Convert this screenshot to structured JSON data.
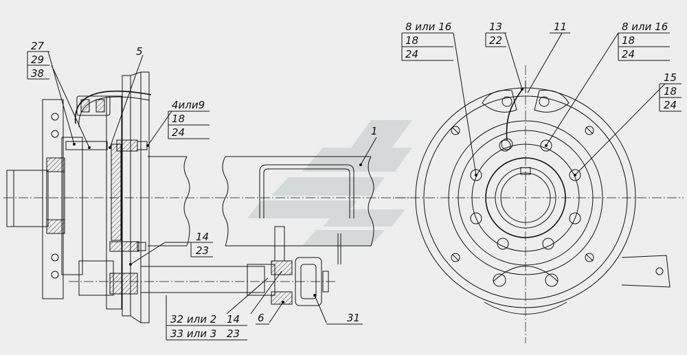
{
  "callouts": {
    "c27": "27",
    "c29": "29",
    "c38": "38",
    "c5": "5",
    "c4or9": "4или9",
    "c18a": "18",
    "c24a": "24",
    "c1": "1",
    "c14a": "14",
    "c23a": "23",
    "c32or2": "32 или 2",
    "c14b": "14",
    "c33or3": "33 или 3",
    "c23b": "23",
    "c6": "6",
    "c31": "31",
    "c8or16a": "8 или 16",
    "c18b": "18",
    "c24b": "24",
    "c13": "13",
    "c22": "22",
    "c11": "11",
    "c8or16b": "8 или 16",
    "c18c": "18",
    "c24c": "24",
    "c15": "15",
    "c18d": "18",
    "c24d": "24"
  },
  "watermark_color": "#c4c8c8"
}
